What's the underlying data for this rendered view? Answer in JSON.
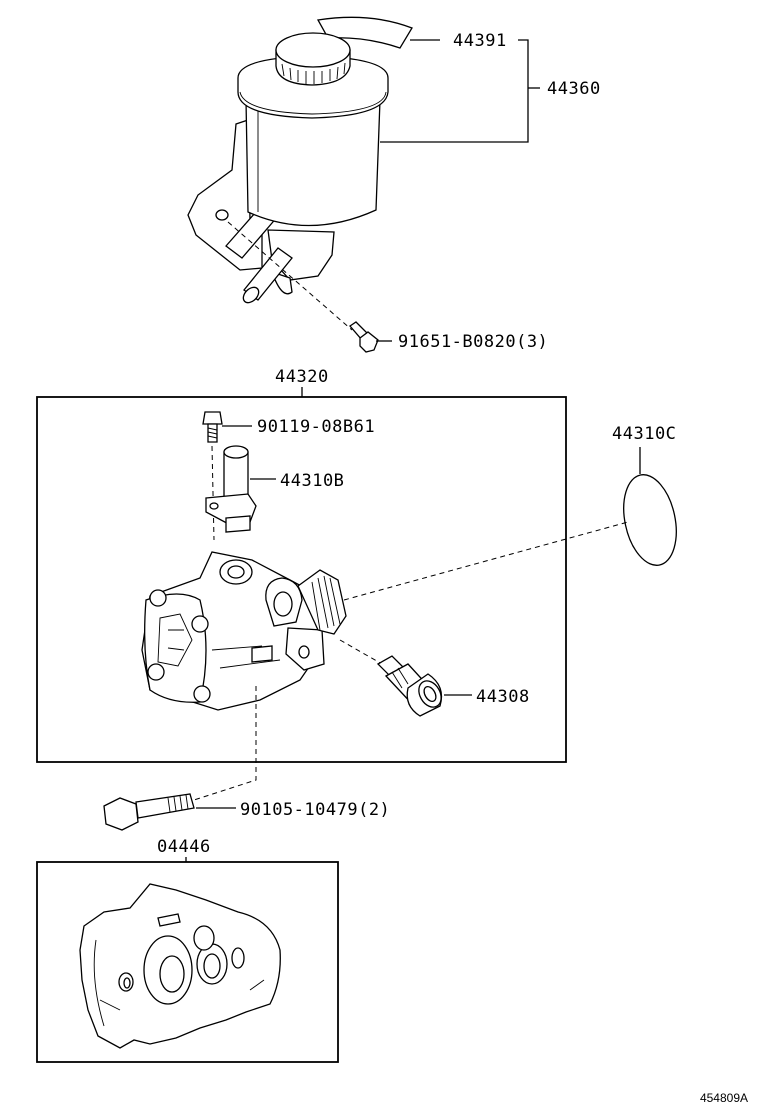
{
  "labels": {
    "cap_seal": "44391",
    "reservoir": "44360",
    "reservoir_bolt": "91651-B0820(3)",
    "pump_assy": "44320",
    "pump_bolt_top": "90119-08B61",
    "union": "44310B",
    "oring": "44310C",
    "valve": "44308",
    "pump_mount_bolt": "90105-10479(2)",
    "gasket_kit": "04446"
  },
  "illustration_ref": "454809A"
}
